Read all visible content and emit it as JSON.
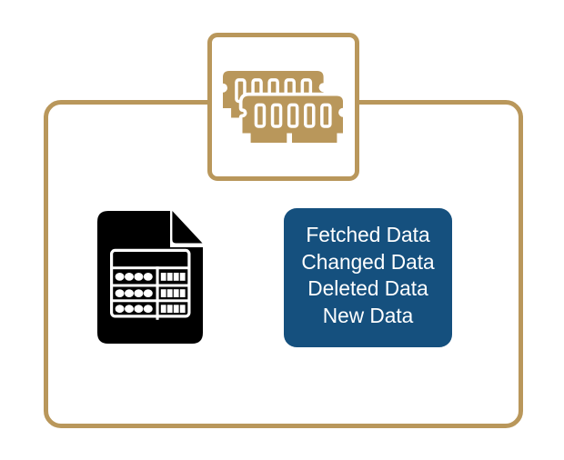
{
  "diagram": {
    "memory_box": {
      "icon": "memory-modules-icon"
    },
    "file_icon": "spreadsheet-file-icon",
    "data_panel": {
      "lines": [
        "Fetched Data",
        "Changed Data",
        "Deleted Data",
        "New Data"
      ]
    },
    "colors": {
      "gold": "#B9975B",
      "navy": "#15507E",
      "black": "#000000",
      "white": "#FFFFFF"
    }
  }
}
